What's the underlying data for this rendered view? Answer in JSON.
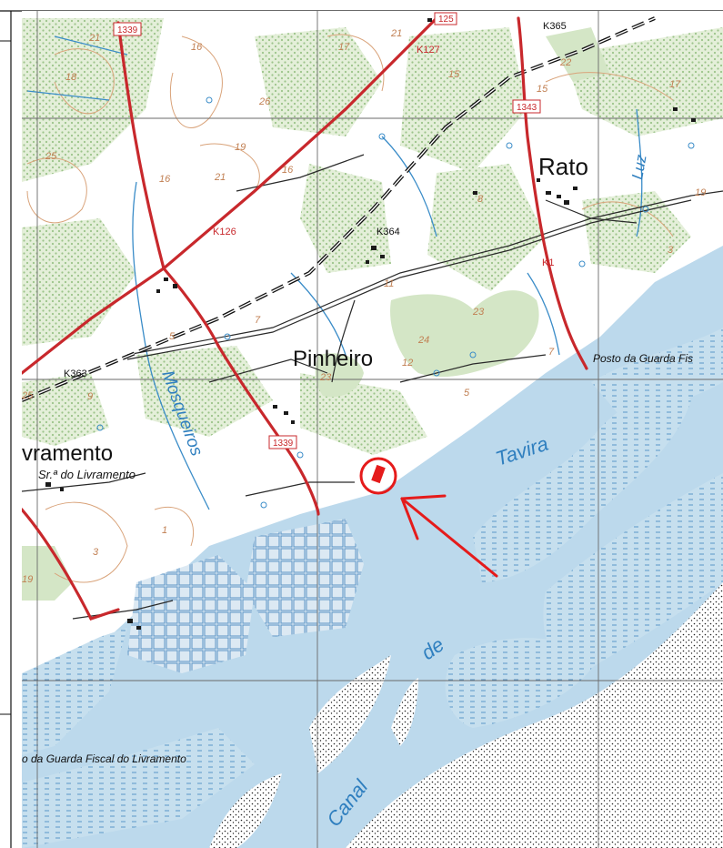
{
  "map": {
    "places": {
      "rato": "Rato",
      "pinheiro": "Pinheiro",
      "livramento": "vramento",
      "sra_livramento": "Sr.ª do Livramento"
    },
    "water": {
      "tavira": "Tavira",
      "canal": "Canal",
      "de": "de",
      "mosqueiros": "Mosqueiros",
      "luz": "Luz"
    },
    "posts": {
      "posto_east": "Posto da Guarda Fis",
      "posto_west": "o da Guarda Fiscal do Livramento"
    },
    "roads": {
      "r1339_top": "1339",
      "r1339_mid": "1339",
      "r125": "125",
      "r1343": "1343"
    },
    "km": {
      "k365": "K365",
      "k364": "K364",
      "k363": "K363",
      "k127": "K127",
      "k126": "K126",
      "k1": "K1"
    },
    "heights": [
      "21",
      "16",
      "17",
      "18",
      "25",
      "26",
      "21",
      "16",
      "19",
      "21",
      "16",
      "15",
      "22",
      "15",
      "17",
      "19",
      "3",
      "24",
      "23",
      "23",
      "11",
      "12",
      "7",
      "5",
      "25",
      "9",
      "1",
      "3",
      "19",
      "8",
      "5",
      "7"
    ],
    "colors": {
      "water": "#bcd9ec",
      "land": "#ffffff",
      "vegetation": "#d4e6c6",
      "road_main": "#c8282c",
      "grid": "#6a6a6a",
      "contour": "#d9a37a",
      "marker": "#e51b1b",
      "stream": "#3a8cc8"
    },
    "marker_icons": [
      "target-circle-icon",
      "arrow-pointer-icon"
    ]
  }
}
